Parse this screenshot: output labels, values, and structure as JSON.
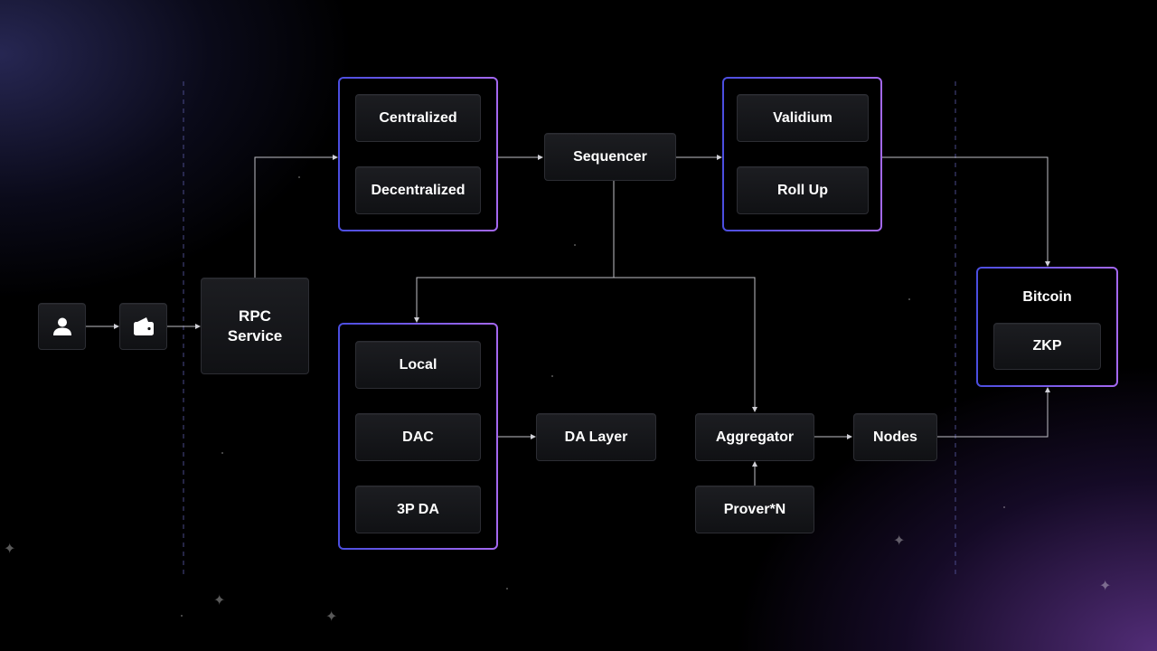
{
  "nodes": {
    "centralized": "Centralized",
    "decentralized": "Decentralized",
    "sequencer": "Sequencer",
    "validium": "Validium",
    "roll_up": "Roll Up",
    "rpc_line1": "RPC",
    "rpc_line2": "Service",
    "local": "Local",
    "dac": "DAC",
    "third_party_da": "3P DA",
    "da_layer": "DA Layer",
    "aggregator": "Aggregator",
    "nodes": "Nodes",
    "prover": "Prover*N",
    "bitcoin": "Bitcoin",
    "zkp": "ZKP"
  },
  "icons": {
    "user": "user-icon",
    "wallet": "wallet-icon"
  },
  "colors": {
    "frame_gradient_start": "#4b4ee0",
    "frame_gradient_end": "#a468f0",
    "connector": "#bfbfc6",
    "divider": "#4a4a8a"
  }
}
